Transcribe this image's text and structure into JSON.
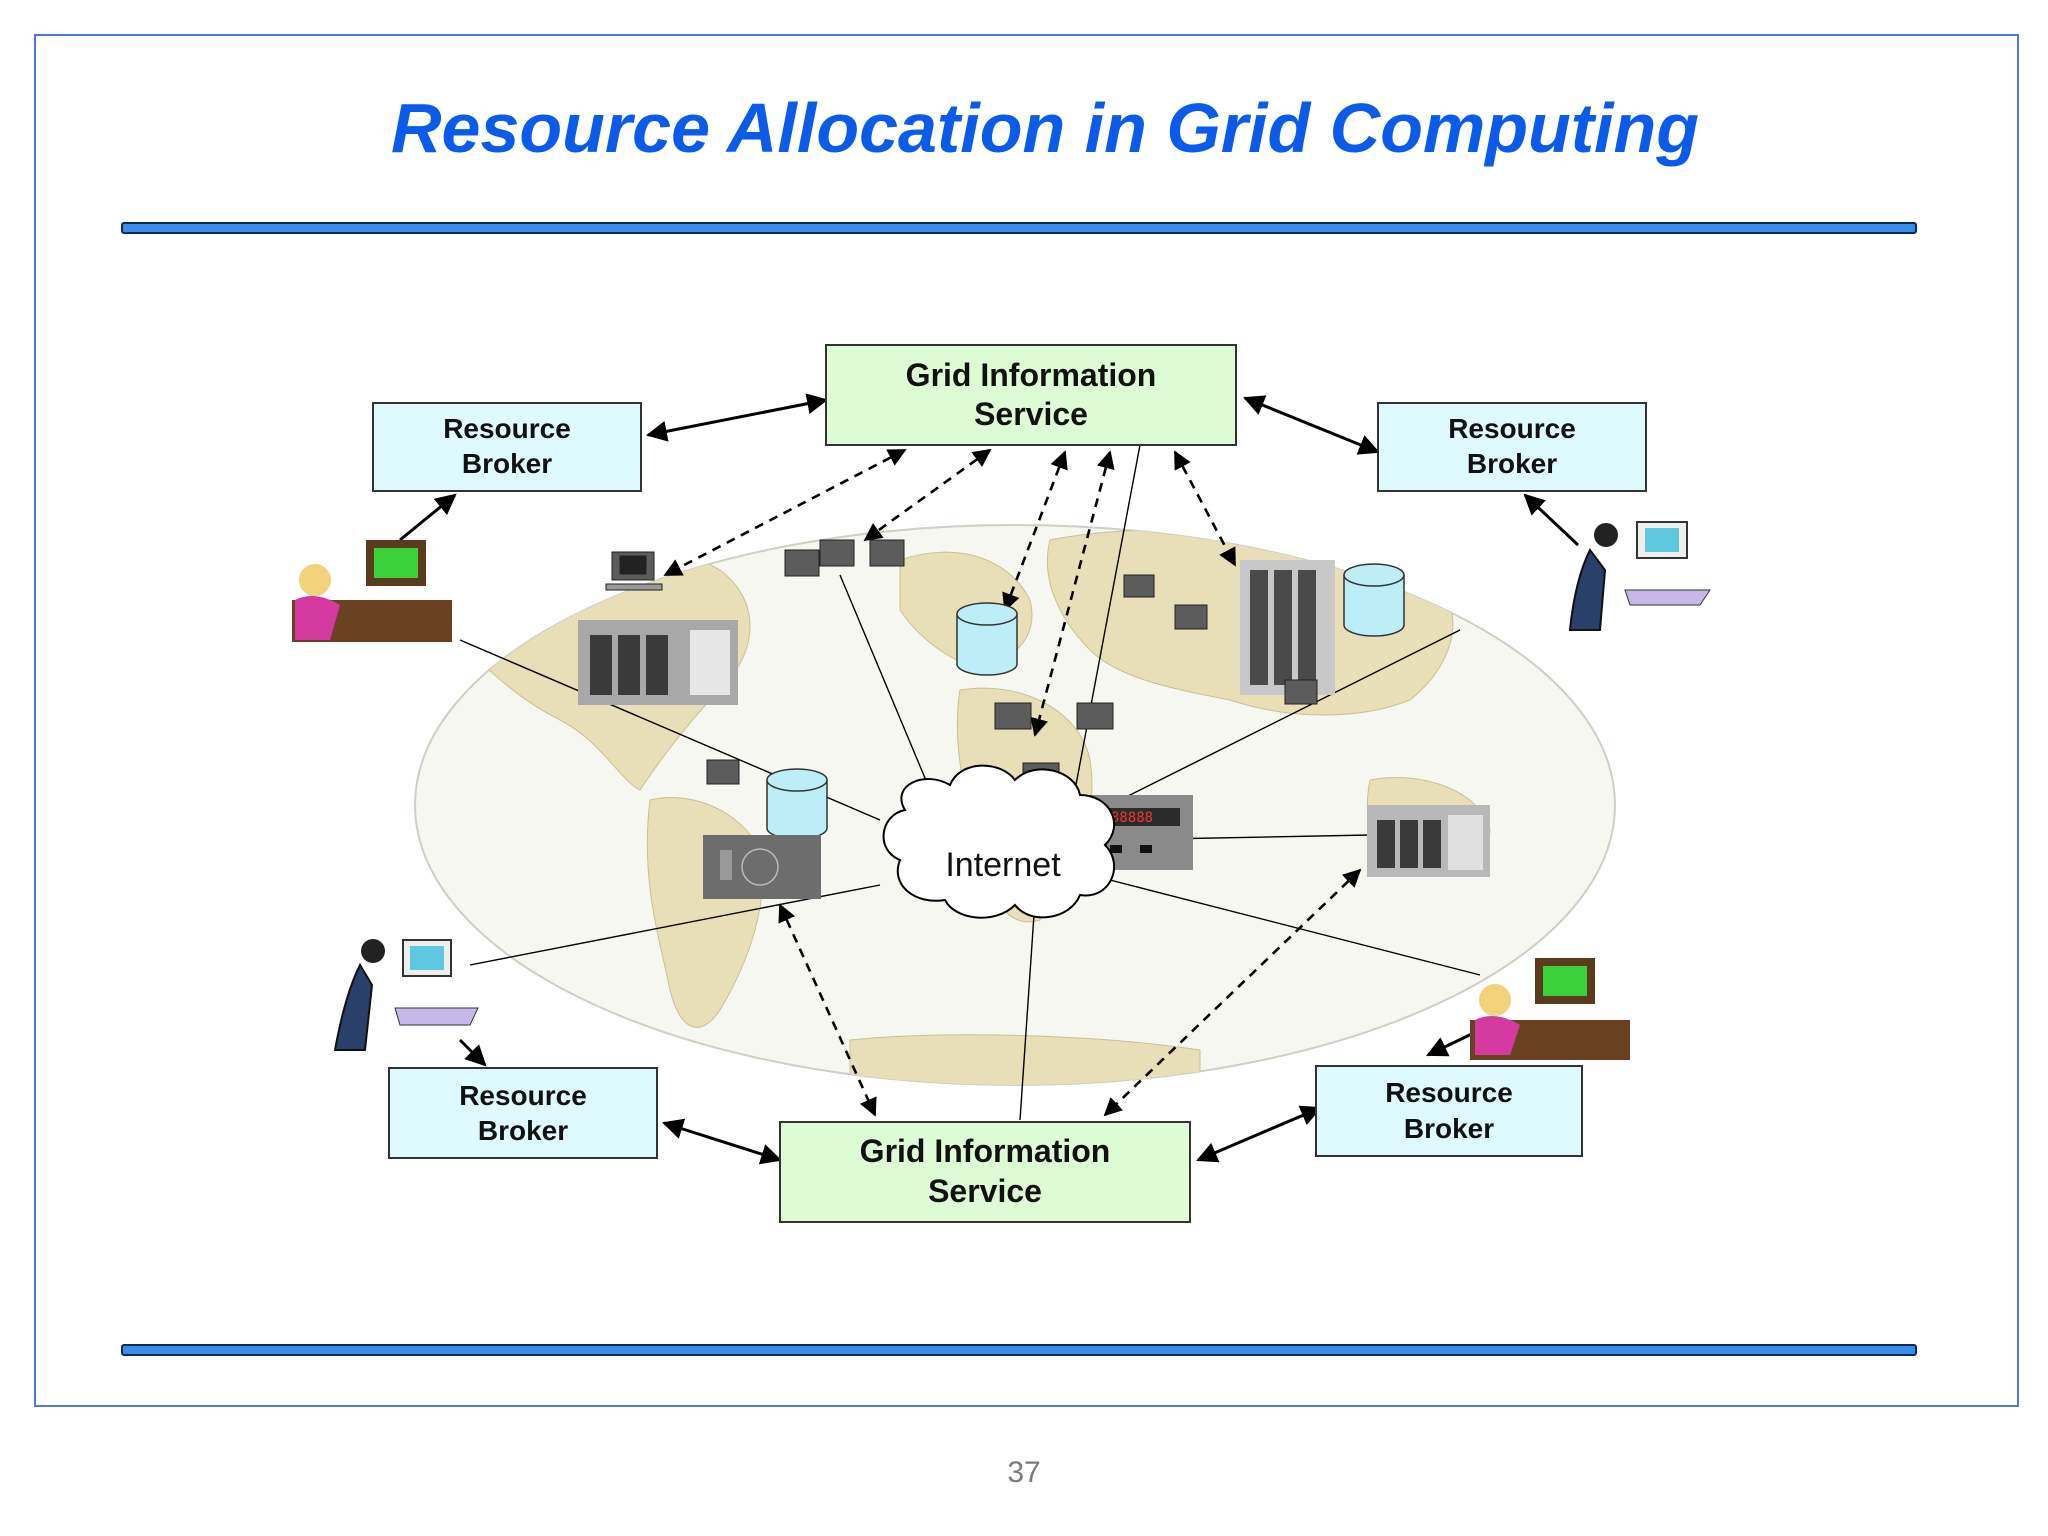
{
  "slide": {
    "title": "Resource Allocation in Grid Computing",
    "page_number": "37"
  },
  "diagram": {
    "internet_label": "Internet",
    "gis_top": {
      "line1": "Grid Information",
      "line2": "Service"
    },
    "gis_bottom": {
      "line1": "Grid Information",
      "line2": "Service"
    },
    "brokers": [
      {
        "line1": "Resource",
        "line2": "Broker"
      },
      {
        "line1": "Resource",
        "line2": "Broker"
      },
      {
        "line1": "Resource",
        "line2": "Broker"
      },
      {
        "line1": "Resource",
        "line2": "Broker"
      }
    ]
  },
  "colors": {
    "title": "#0a5bea",
    "rule": "#3b8be8",
    "broker_fill": "#dffaff",
    "gis_fill": "#ddfbd4",
    "map_land": "#e8dfb8",
    "frame": "#4a7bd0"
  }
}
